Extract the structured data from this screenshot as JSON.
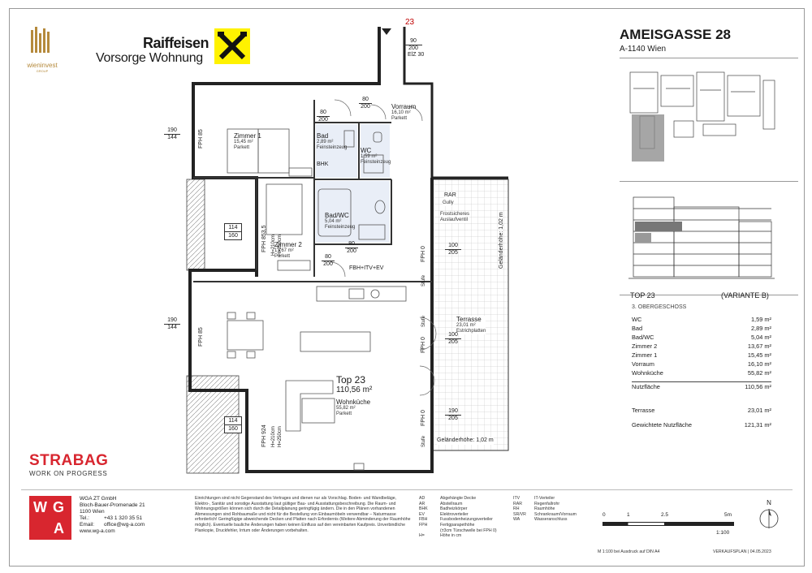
{
  "header": {
    "address_title": "AMEISGASSE 28",
    "address_sub": "A-1140 Wien",
    "top_marker": "23",
    "raiffeisen_line1": "Raiffeisen",
    "raiffeisen_line2": "Vorsorge Wohnung",
    "wieninvest": "wieninvest",
    "wieninvest_sub": "GROUP"
  },
  "plan": {
    "top_label": "Top 23",
    "top_area": "110,56 m²",
    "rooms": {
      "zimmer1": {
        "name": "Zimmer 1",
        "area": "15,45 m²",
        "floor": "Parkett"
      },
      "zimmer2": {
        "name": "Zimmer 2",
        "area": "13,67 m²",
        "floor": "Parkett"
      },
      "bad": {
        "name": "Bad",
        "area": "2,89 m²",
        "floor": "Feinsteinzeug"
      },
      "wc": {
        "name": "WC",
        "area": "1,59 m²",
        "floor": "Feinsteinzeug"
      },
      "badwc": {
        "name": "Bad/WC",
        "area": "5,04 m²",
        "floor": "Feinsteinzeug"
      },
      "vorraum": {
        "name": "Vorraum",
        "area": "16,10 m²",
        "floor": "Parkett"
      },
      "wohnkueche": {
        "name": "Wohnküche",
        "area": "55,82 m²",
        "floor": "Parkett"
      },
      "terrasse": {
        "name": "Terrasse",
        "area": "23,01 m²",
        "floor": "Estrichplatten"
      }
    },
    "labels": {
      "bhk": "BHK",
      "rar": "RAR",
      "gully": "Gully",
      "frost1": "Frostsicheres",
      "frost2": "Auslaufventil",
      "fbh": "FBH+ITV+EV",
      "elz": "ElZ 30",
      "gelaender1": "Geländerhöhe: 1,02 m",
      "gelaender2": "Geländerhöhe: 1,02 m",
      "stufe1": "Stufe",
      "stufe2": "Stufe",
      "stufe3": "Stufe",
      "fph85a": "FPH 85",
      "fph85b": "FPH 85",
      "fph853": "FPH 853,5",
      "fph924": "FPH 924",
      "fph0a": "FPH 0",
      "fph0b": "FPH 0",
      "fph0c": "FPH 0",
      "h210a": "H=210cm",
      "h250a": "H=250cm",
      "h210b": "H=210cm",
      "h250b": "H=250cm"
    },
    "dims": {
      "w190a": "190",
      "w144a": "144",
      "w190b": "190",
      "w144b": "144",
      "w114a": "114",
      "w160a": "160",
      "w114b": "114",
      "w160b": "160",
      "d80a": "80",
      "d200a": "200",
      "d80b": "80",
      "d200b": "200",
      "d80c": "80",
      "d200c": "200",
      "d80d": "80",
      "d200d": "200",
      "d90": "90",
      "d200e": "200",
      "d100a": "100",
      "d205a": "205",
      "d100b": "100",
      "d205b": "205",
      "d190c": "190",
      "d205c": "205"
    }
  },
  "areas": {
    "top_title": "TOP 23",
    "variant": "(VARIANTE B)",
    "floor": "3. OBERGESCHOSS",
    "rows": [
      {
        "name": "WC",
        "value": "1,59 m²"
      },
      {
        "name": "Bad",
        "value": "2,89 m²"
      },
      {
        "name": "Bad/WC",
        "value": "5,04 m²"
      },
      {
        "name": "Zimmer 2",
        "value": "13,67 m²"
      },
      {
        "name": "Zimmer 1",
        "value": "15,45 m²"
      },
      {
        "name": "Vorraum",
        "value": "16,10 m²"
      },
      {
        "name": "Wohnküche",
        "value": "55,82 m²"
      }
    ],
    "nutzflaeche_label": "Nutzfläche",
    "nutzflaeche_value": "110,56 m²",
    "terrasse_label": "Terrasse",
    "terrasse_value": "23,01 m²",
    "gewichtet_label": "Gewichtete Nutzfläche",
    "gewichtet_value": "121,31 m²"
  },
  "strabag": {
    "name": "STRABAG",
    "slogan": "WORK ON PROGRESS"
  },
  "footer": {
    "logo_w": "W",
    "logo_g": "G",
    "logo_a": "A",
    "company": "WGA ZT GmbH",
    "street": "Bloch-Bauer-Promenade 21",
    "city": "1100 Wien",
    "tel_label": "Tel.:",
    "tel": "+43 1 320 35 51",
    "email_label": "Email:",
    "email": "office@wg-a.com",
    "web": "www.wg-a.com",
    "disclaimer": "Einrichtungen sind nicht Gegenstand des Vertrages und dienen nur als Vorschlag. Boden- und Wandbeläge, Elektro-, Sanitär und sonstige Ausstattung laut gültiger Bau- und Ausstattungsbeschreibung. Die Raum- und Wohnungsgrößen können sich durch die Detailplanung geringfügig ändern. Die in den Plänen vorhandenen Abmessungen sind Rohbaumaße und nicht für die Bestellung von Einbaumöbeln verwendbar – Naturmasse erforderlich! Geringfügige abweichende Decken und Platten nach Erfordernis (Weitere Abminderung der Raumhöhe möglich). Eventuelle bauliche Änderungen haben keinen Einfluss auf den vereinbarten Kaufpreis. Unverbindliche Plankopie, Druckfehler, Irrtum oder Änderungen vorbehalten.",
    "legend_left": [
      {
        "code": "AD",
        "text": "Abgehängte Decke"
      },
      {
        "code": "AR",
        "text": "Abstellraum"
      },
      {
        "code": "BHK",
        "text": "Badheizkörper"
      },
      {
        "code": "EV",
        "text": "Elektroverteiler"
      },
      {
        "code": "FBH",
        "text": "Fussbodenheizungsverteiler"
      },
      {
        "code": "FPH",
        "text": "Fertigparapethöhe"
      },
      {
        "code": "",
        "text": "(±3cm Türschwelle bei FPH 0)"
      },
      {
        "code": "H=",
        "text": "Höhe in cm"
      }
    ],
    "legend_right": [
      {
        "code": "ITV",
        "text": "IT-Verteiler"
      },
      {
        "code": "RAR",
        "text": "Regenfallrohr"
      },
      {
        "code": "RH",
        "text": "Raumhöhe"
      },
      {
        "code": "SR/VR",
        "text": "Schrankraum/Vorraum"
      },
      {
        "code": "WA",
        "text": "Wasseranschluss"
      }
    ],
    "scale_0": "0",
    "scale_1": "1",
    "scale_25": "2.5",
    "scale_5": "5m",
    "scale_ratio": "1:100",
    "north": "N",
    "print_note": "M 1:100 bei Ausdruck auf DIN A4",
    "plan_date": "VERKAUFSPLAN | 04.05.2023"
  }
}
